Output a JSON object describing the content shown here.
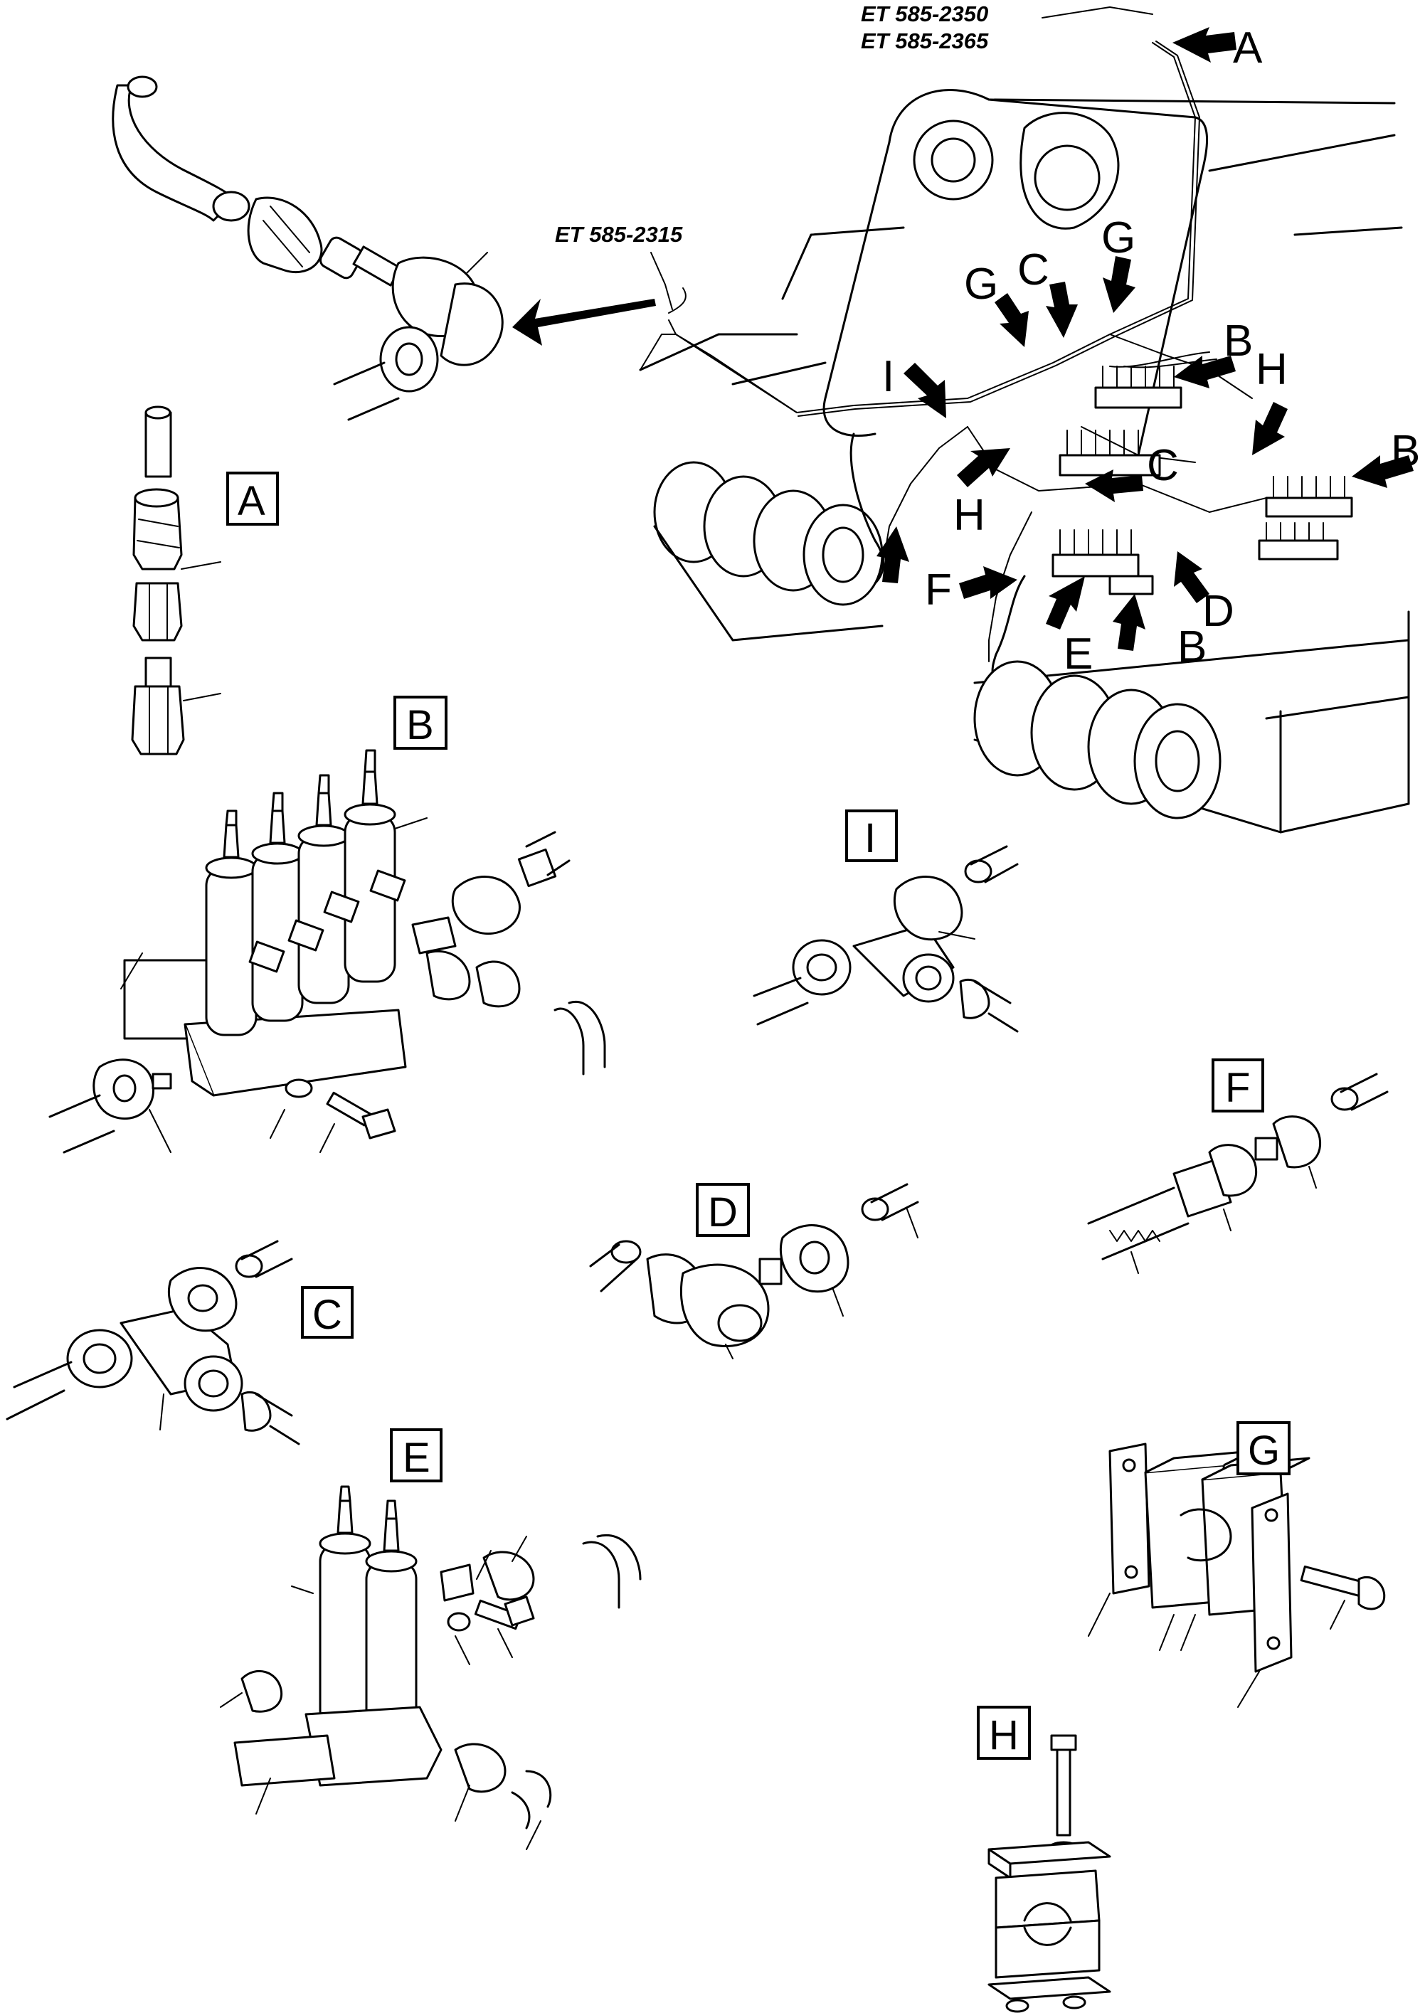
{
  "references": {
    "ref_1": "ET 585-2350",
    "ref_2": "ET 585-2365",
    "ref_3": "ET 585-2315"
  },
  "callouts": {
    "A": "A",
    "B": "B",
    "C": "C",
    "D": "D",
    "E": "E",
    "F": "F",
    "G": "G",
    "H": "H",
    "I": "I"
  },
  "detail_boxes": {
    "A": "A",
    "B": "B",
    "C": "C",
    "D": "D",
    "E": "E",
    "F": "F",
    "G": "G",
    "H": "H",
    "I": "I"
  }
}
